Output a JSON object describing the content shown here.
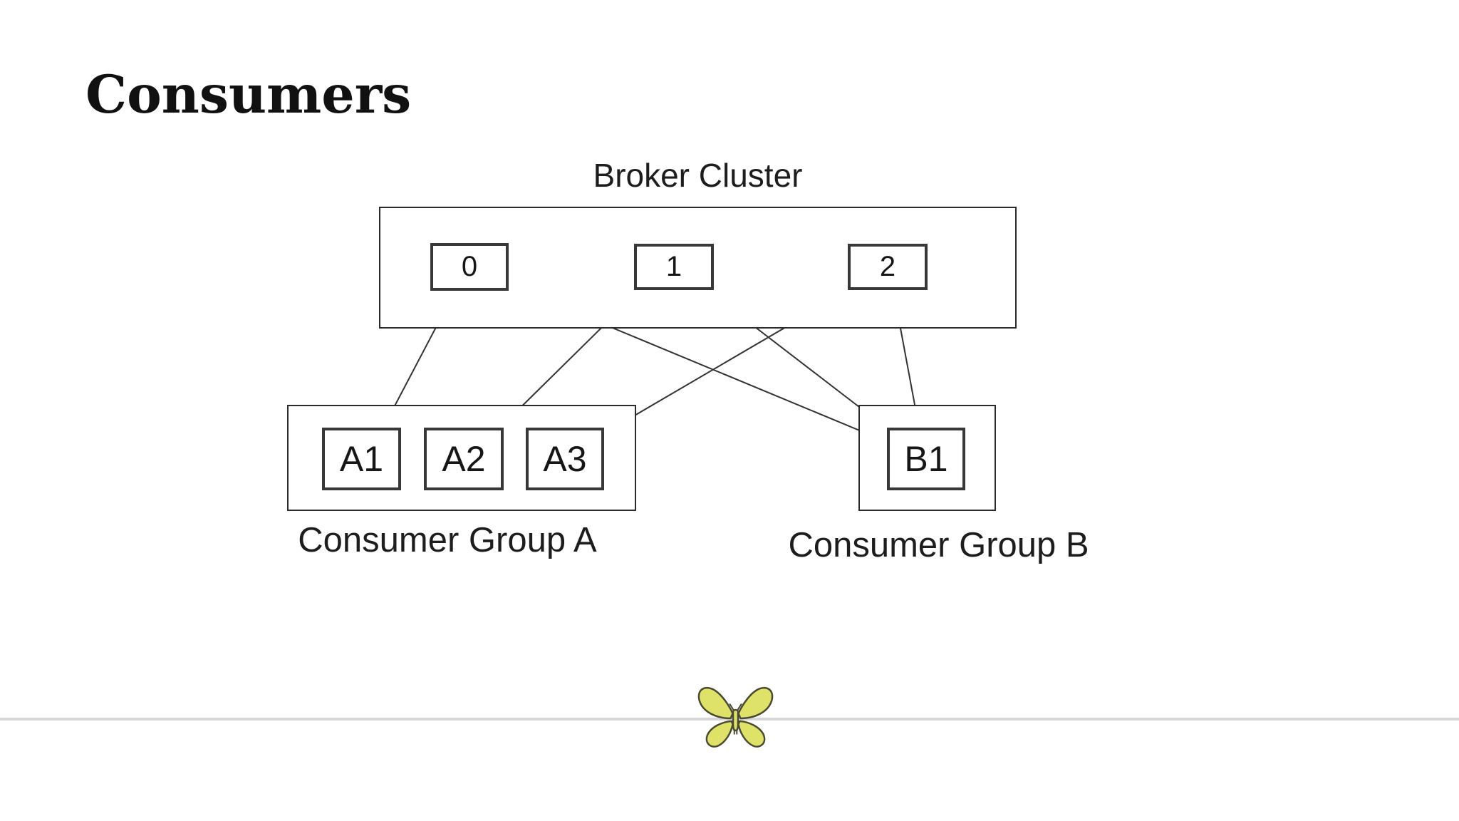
{
  "slide": {
    "title": "Consumers"
  },
  "diagram": {
    "broker": {
      "label": "Broker Cluster",
      "partitions": [
        {
          "label": "0"
        },
        {
          "label": "1"
        },
        {
          "label": "2"
        }
      ]
    },
    "groups": [
      {
        "label": "Consumer Group A",
        "consumers": [
          {
            "label": "A1"
          },
          {
            "label": "A2"
          },
          {
            "label": "A3"
          }
        ]
      },
      {
        "label": "Consumer Group B",
        "consumers": [
          {
            "label": "B1"
          }
        ]
      }
    ],
    "connections": [
      {
        "from": "partition-0",
        "to": "A1"
      },
      {
        "from": "partition-0",
        "to": "B1"
      },
      {
        "from": "partition-1",
        "to": "A2"
      },
      {
        "from": "partition-1",
        "to": "B1"
      },
      {
        "from": "partition-2",
        "to": "A3"
      },
      {
        "from": "partition-2",
        "to": "B1"
      }
    ],
    "colors": {
      "line": "#333333",
      "box_border": "#383838",
      "outer_border": "#2b2b2b",
      "text": "#1d1d1d"
    }
  },
  "footer": {
    "divider_color": "#d8d8d8",
    "butterfly_fill": "#dee269",
    "butterfly_outline": "#4a4a33"
  }
}
